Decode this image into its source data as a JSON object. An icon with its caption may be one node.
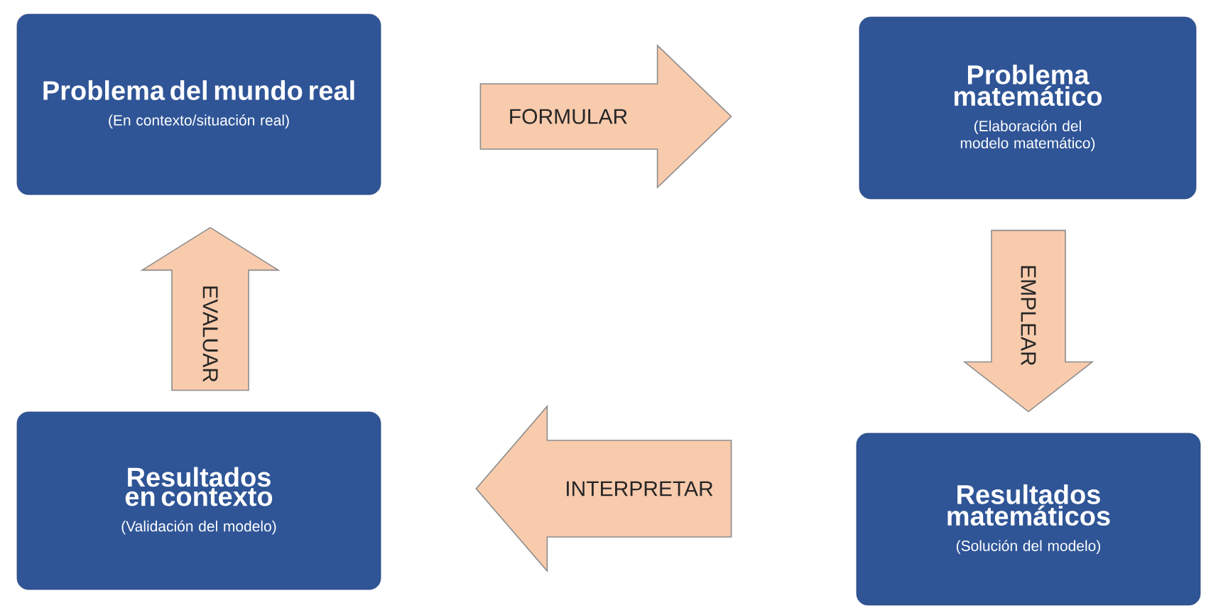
{
  "diagram": {
    "nodes": [
      {
        "text": [
          "Problema del mundo real",
          "(En contexto/situación real)"
        ]
      },
      {
        "text": [
          "Problema matemático",
          "(Elaboración del modelo matemático)"
        ]
      },
      {
        "text": [
          "Resultados en contexto",
          "(Validación del modelo)"
        ]
      },
      {
        "text": [
          "Resultados matemáticos",
          "(Solución del modelo)"
        ]
      }
    ],
    "edges": [
      {
        "from": 0,
        "to": 1,
        "arrow": "to",
        "label": "FORMULAR"
      },
      {
        "from": 1,
        "to": 3,
        "arrow": "to",
        "label": "EMPLEAR"
      },
      {
        "from": 3,
        "to": 2,
        "arrow": "to",
        "label": "INTERPRETAR"
      },
      {
        "from": 2,
        "to": 0,
        "arrow": "to",
        "label": "EVALUAR"
      }
    ]
  }
}
